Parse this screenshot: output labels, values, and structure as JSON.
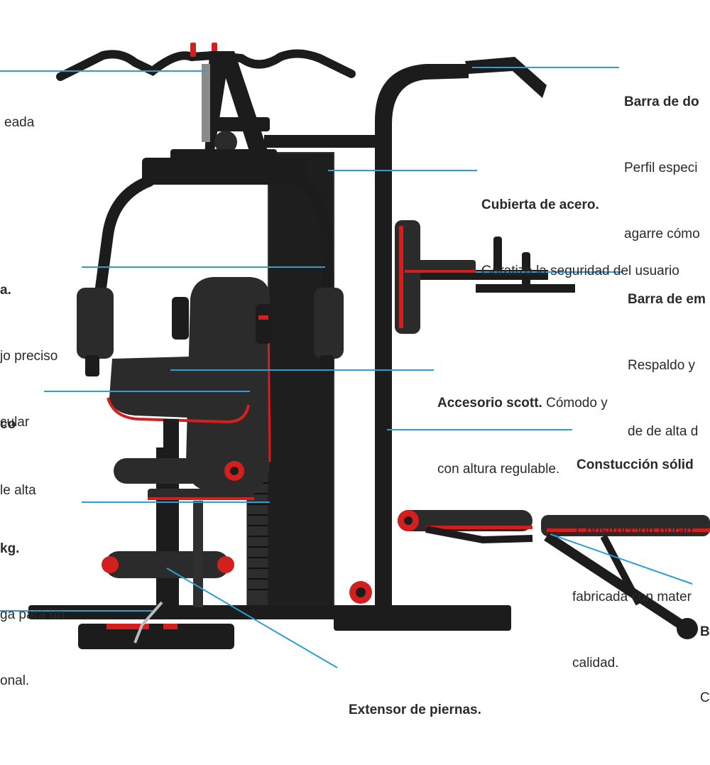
{
  "colors": {
    "leader": "#2a9fd6",
    "frame": "#1c1c1c",
    "accent": "#d41f1f",
    "pad": "#2b2b2b"
  },
  "labels": {
    "tl_top": {
      "line1": "eada"
    },
    "barra_dom": {
      "title": "Barra de do",
      "line1": "Perfil especi",
      "line2": "agarre cómo"
    },
    "cubierta": {
      "title": "Cubierta de acero.",
      "line1": "Garatiza la seguridad del usuario"
    },
    "left_a": {
      "title": "a.",
      "line1": "jo preciso",
      "line2": "cular"
    },
    "barra_em": {
      "title": "Barra de em",
      "line1": "Respaldo y",
      "line2": "de de alta d"
    },
    "left_co": {
      "title": "co",
      "line1": "le alta"
    },
    "scott": {
      "title": "Accesorio scott.",
      "inline": " Cómodo y",
      "line1": "con altura regulable."
    },
    "construc": {
      "title": "Constucción sólid",
      "line1": " Construcción durad",
      "line2": "fabricada con mater",
      "line3": "calidad."
    },
    "left_kg": {
      "title": "kg.",
      "line1": "ga para un",
      "line2": "onal."
    },
    "banco": {
      "title": "B",
      "line1": "C"
    },
    "extensor": {
      "title": "Extensor de piernas."
    }
  }
}
